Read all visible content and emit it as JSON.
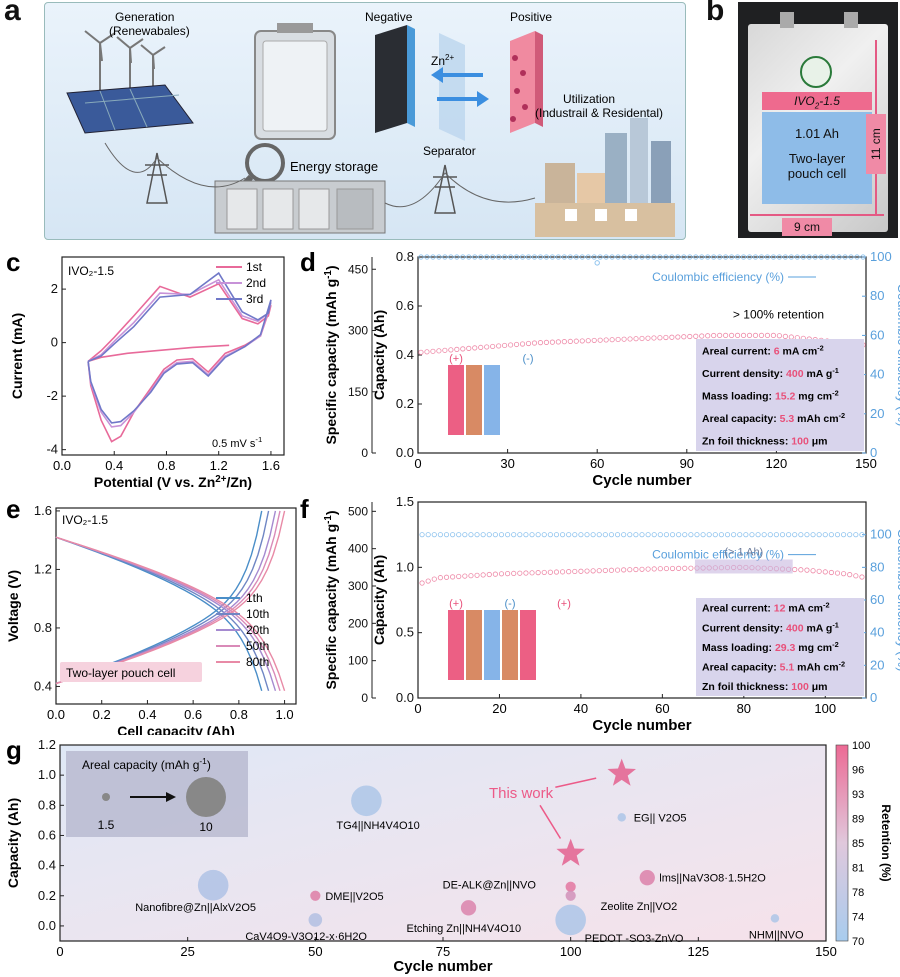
{
  "panel_a": {
    "letter": "a",
    "generation": [
      "Generation",
      "(Renewabales)"
    ],
    "negative": "Negative",
    "positive": "Positive",
    "zn_ion": "Zn",
    "zn_ion_sup": "2+",
    "separator": "Separator",
    "utilization": [
      "Utilization",
      "(Industrail  & Residental)"
    ],
    "energy_storage": "Energy storage"
  },
  "panel_b": {
    "letter": "b",
    "material": "IVO",
    "material_sub": "2",
    "material_suffix": "-1.5",
    "capacity": "1.01 Ah",
    "cell_type": [
      "Two-layer",
      "pouch cell"
    ],
    "height": "11 cm",
    "width": "9 cm"
  },
  "chart_data": [
    {
      "id": "c",
      "type": "line",
      "label": "IVO2-1.5",
      "xlabel": "Potential (V vs. Zn2+/Zn)",
      "ylabel": "Current (mA)",
      "xlim": [
        0.0,
        1.7
      ],
      "ylim": [
        -4.2,
        3.2
      ],
      "xticks": [
        "0.0",
        "0.4",
        "0.8",
        "1.2",
        "1.6"
      ],
      "yticks": [
        "-4",
        "-2",
        "0",
        "2"
      ],
      "annotation": "0.5 mV s-1",
      "series": [
        {
          "name": "1st",
          "color": "#e86a9a",
          "x": [
            1.28,
            1.0,
            0.72,
            0.5,
            0.3,
            0.2,
            0.3,
            0.4,
            0.55,
            0.75,
            0.98,
            1.2,
            1.38,
            1.5,
            1.58,
            1.6,
            1.52,
            1.4,
            1.25,
            1.12,
            1.0,
            0.88,
            0.78,
            0.68,
            0.55,
            0.45,
            0.38,
            0.3,
            0.22,
            0.2
          ],
          "y": [
            -0.1,
            -0.18,
            -0.3,
            -0.4,
            -0.55,
            -0.7,
            -0.3,
            0.2,
            1.0,
            2.1,
            1.7,
            2.2,
            0.9,
            0.7,
            1.0,
            1.4,
            0.25,
            -0.1,
            -0.4,
            -1.1,
            -0.6,
            -0.65,
            -1.0,
            -1.7,
            -2.6,
            -3.5,
            -3.7,
            -2.9,
            -1.6,
            -0.7
          ]
        },
        {
          "name": "2nd",
          "color": "#c792d8",
          "x": [
            0.2,
            0.3,
            0.4,
            0.55,
            0.75,
            0.98,
            1.2,
            1.38,
            1.5,
            1.58,
            1.6,
            1.52,
            1.4,
            1.25,
            1.12,
            1.0,
            0.88,
            0.78,
            0.68,
            0.55,
            0.45,
            0.38,
            0.3,
            0.22,
            0.2
          ],
          "y": [
            -0.7,
            -0.45,
            0.05,
            0.75,
            1.85,
            1.8,
            2.35,
            1.0,
            0.8,
            1.1,
            1.5,
            0.25,
            -0.15,
            -0.5,
            -1.2,
            -0.7,
            -0.75,
            -1.1,
            -1.8,
            -2.6,
            -3.1,
            -3.15,
            -2.6,
            -1.5,
            -0.7
          ]
        },
        {
          "name": "3rd",
          "color": "#7078c8",
          "x": [
            0.2,
            0.3,
            0.4,
            0.55,
            0.75,
            0.98,
            1.2,
            1.38,
            1.5,
            1.58,
            1.6,
            1.52,
            1.4,
            1.25,
            1.12,
            1.0,
            0.88,
            0.78,
            0.68,
            0.55,
            0.45,
            0.38,
            0.3,
            0.22,
            0.2
          ],
          "y": [
            -0.7,
            -0.5,
            -0.05,
            0.6,
            1.7,
            1.8,
            2.6,
            1.15,
            0.85,
            1.1,
            1.6,
            0.3,
            -0.15,
            -0.55,
            -1.25,
            -0.75,
            -0.8,
            -1.15,
            -1.85,
            -2.55,
            -2.95,
            -3.0,
            -2.5,
            -1.45,
            -0.7
          ]
        }
      ]
    },
    {
      "id": "d",
      "type": "scatter",
      "xlabel": "Cycle number",
      "ylabel_left": "Specific capacity (mAh g-1)",
      "ylabel_mid": "Capacity (Ah)",
      "ylabel_right": "Coulombic efficiency (%)",
      "xlim": [
        0,
        150
      ],
      "ylim_capacity": [
        0,
        0.8
      ],
      "ylim_specific": [
        0,
        480
      ],
      "ylim_ce": [
        0,
        100
      ],
      "xticks": [
        "0",
        "30",
        "60",
        "90",
        "120",
        "150"
      ],
      "yticks_capacity": [
        "0.0",
        "0.2",
        "0.4",
        "0.6",
        "0.8"
      ],
      "yticks_specific": [
        "0",
        "150",
        "300",
        "450"
      ],
      "yticks_ce": [
        "0",
        "20",
        "40",
        "60",
        "80",
        "100"
      ],
      "ce_label": "Coulombic efficiency (%)",
      "retention_label": "> 100% retention",
      "capacity_points": [
        [
          0,
          0.41
        ],
        [
          20,
          0.43
        ],
        [
          40,
          0.45
        ],
        [
          60,
          0.46
        ],
        [
          80,
          0.47
        ],
        [
          100,
          0.48
        ],
        [
          120,
          0.48
        ],
        [
          135,
          0.46
        ],
        [
          150,
          0.44
        ]
      ],
      "ce_value": 100,
      "ce_outlier": [
        60,
        97
      ],
      "cell_stack": [
        "(+)",
        "(-)"
      ],
      "info": [
        {
          "label": "Areal current: ",
          "value": "6",
          "unit": " mA cm-2"
        },
        {
          "label": "Current density: ",
          "value": "400",
          "unit": " mA g-1"
        },
        {
          "label": "Mass loading: ",
          "value": "15.2",
          "unit": " mg cm-2"
        },
        {
          "label": "Areal capacity: ",
          "value": "5.3",
          "unit": " mAh cm-2"
        },
        {
          "label": "Zn foil thickness: ",
          "value": "100",
          "unit": " μm"
        }
      ]
    },
    {
      "id": "e",
      "type": "line",
      "label": "IVO2-1.5",
      "xlabel": "Cell capacity (Ah)",
      "ylabel": "Voltage (V)",
      "xlim": [
        0.0,
        1.05
      ],
      "ylim": [
        0.28,
        1.62
      ],
      "xticks": [
        "0.0",
        "0.2",
        "0.4",
        "0.6",
        "0.8",
        "1.0"
      ],
      "yticks": [
        "0.4",
        "0.8",
        "1.2",
        "1.6"
      ],
      "tag": "Two-layer pouch cell",
      "series": [
        {
          "name": "1th",
          "color": "#4a8ec8",
          "end": 0.9
        },
        {
          "name": "10th",
          "color": "#6f86c4",
          "end": 0.93
        },
        {
          "name": "20th",
          "color": "#a58ad0",
          "end": 0.96
        },
        {
          "name": "50th",
          "color": "#d98ab8",
          "end": 0.98
        },
        {
          "name": "80th",
          "color": "#e88aa6",
          "end": 1.0
        }
      ]
    },
    {
      "id": "f",
      "type": "scatter",
      "xlabel": "Cycle number",
      "ylabel_left": "Specific capacity (mAh g-1)",
      "ylabel_mid": "Capacity (Ah)",
      "ylabel_right": "Coulombic efficiency (%)",
      "xlim": [
        0,
        110
      ],
      "ylim_capacity": [
        0,
        1.5
      ],
      "ylim_specific": [
        0,
        525
      ],
      "ylim_ce": [
        0,
        120
      ],
      "xticks": [
        "0",
        "20",
        "40",
        "60",
        "80",
        "100"
      ],
      "yticks_capacity": [
        "0.0",
        "0.5",
        "1.0",
        "1.5"
      ],
      "yticks_specific": [
        "0",
        "100",
        "200",
        "300",
        "400",
        "500"
      ],
      "yticks_ce": [
        "0",
        "20",
        "40",
        "60",
        "80",
        "100"
      ],
      "ce_label": "Coulombic efficiency (%)",
      "retention_label": "(> 1 Ah)",
      "capacity_points": [
        [
          1,
          0.88
        ],
        [
          5,
          0.92
        ],
        [
          20,
          0.95
        ],
        [
          40,
          0.97
        ],
        [
          60,
          0.99
        ],
        [
          80,
          1.0
        ],
        [
          95,
          0.98
        ],
        [
          105,
          0.95
        ],
        [
          110,
          0.92
        ]
      ],
      "ce_value": 100,
      "cell_stack": [
        "(+)",
        "(-)",
        "(+)"
      ],
      "info": [
        {
          "label": "Areal current: ",
          "value": "12",
          "unit": " mA cm-2"
        },
        {
          "label": "Current density: ",
          "value": "400",
          "unit": " mA g-1"
        },
        {
          "label": "Mass loading: ",
          "value": "29.3",
          "unit": " mg cm-2"
        },
        {
          "label": "Areal capacity: ",
          "value": "5.1",
          "unit": " mAh cm-2"
        },
        {
          "label": "Zn foil thickness: ",
          "value": "100",
          "unit": " μm"
        }
      ]
    },
    {
      "id": "g",
      "type": "scatter",
      "xlabel": "Cycle number",
      "ylabel": "Capacity (Ah)",
      "colorbar_label": "Retention (%)",
      "xlim": [
        0,
        150
      ],
      "ylim": [
        -0.1,
        1.2
      ],
      "xticks": [
        "0",
        "25",
        "50",
        "75",
        "100",
        "125",
        "150"
      ],
      "yticks": [
        "0.0",
        "0.2",
        "0.4",
        "0.6",
        "0.8",
        "1.0",
        "1.2"
      ],
      "colorbar_ticks": [
        "70",
        "74",
        "78",
        "81",
        "85",
        "89",
        "93",
        "96",
        "100"
      ],
      "size_legend": {
        "title": "Areal capacity (mAh g-1)",
        "small": "1.5",
        "large": "10"
      },
      "this_work": "This work",
      "points": [
        {
          "name": "TG4||NH4V4O10",
          "x": 60,
          "y": 0.83,
          "size": 9,
          "retention": 72
        },
        {
          "name": "EG|| V2O5",
          "x": 110,
          "y": 0.72,
          "size": 2.5,
          "retention": 72
        },
        {
          "name": "Nanofibre@Zn||AlxV2O5",
          "x": 30,
          "y": 0.27,
          "size": 9,
          "retention": 73
        },
        {
          "name": "DME||V2O5",
          "x": 50,
          "y": 0.2,
          "size": 3,
          "retention": 94
        },
        {
          "name": "CaV4O9-V3O12-x·6H2O",
          "x": 50,
          "y": 0.04,
          "size": 4,
          "retention": 74
        },
        {
          "name": "Etching Zn||NH4V4O10",
          "x": 80,
          "y": 0.12,
          "size": 4.5,
          "retention": 92
        },
        {
          "name": "DE-ALK@Zn||NVO",
          "x": 100,
          "y": 0.26,
          "size": 3,
          "retention": 96
        },
        {
          "name": "Zeolite Zn||VO2",
          "x": 100,
          "y": 0.2,
          "size": 3,
          "retention": 88
        },
        {
          "name": "PEDOT -SO3-ZnVO",
          "x": 100,
          "y": 0.04,
          "size": 9,
          "retention": 72
        },
        {
          "name": "lms||NaV3O8·1.5H2O",
          "x": 115,
          "y": 0.32,
          "size": 4.5,
          "retention": 93
        },
        {
          "name": "NHM||NVO",
          "x": 140,
          "y": 0.05,
          "size": 2.5,
          "retention": 72
        }
      ],
      "stars": [
        {
          "x": 110,
          "y": 1.01,
          "retention": 97
        },
        {
          "x": 100,
          "y": 0.48,
          "retention": 97
        }
      ]
    }
  ]
}
